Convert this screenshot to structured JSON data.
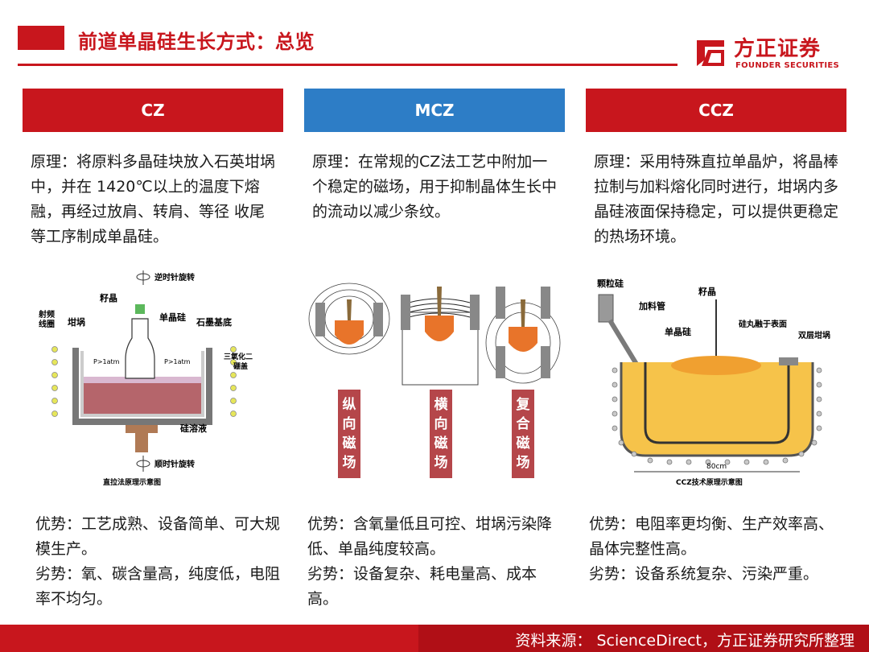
{
  "header": {
    "title": "前道单晶硅生长方式：总览",
    "logo_cn": "方正证券",
    "logo_en": "FOUNDER SECURITIES"
  },
  "columns": [
    {
      "label": "CZ",
      "principle": "原理：将原料多晶硅块放入石英坩埚中，并在 1420℃以上的温度下熔融，再经过放肩、转肩、等径  收尾等工序制成单晶硅。",
      "advantage": "优势：工艺成熟、设备简单、可大规模生产。",
      "disadvantage": "劣势：氧、碳含量高，纯度低，电阻率不均匀。"
    },
    {
      "label": "MCZ",
      "principle": "原理：在常规的CZ法工艺中附加一个稳定的磁场，用于抑制晶体生长中的流动以减少条纹。",
      "advantage": "优势：含氧量低且可控、坩埚污染降低、单晶纯度较高。",
      "disadvantage": "劣势：设备复杂、耗电量高、成本高。"
    },
    {
      "label": "CCZ",
      "principle": "原理：采用特殊直拉单晶炉，将晶棒拉制与加料熔化同时进行，坩埚内多晶硅液面保持稳定，可以提供更稳定的热场环境。",
      "advantage": "优势：电阻率更均衡、生产效率高、晶体完整性高。",
      "disadvantage": "劣势：设备系统复杂、污染严重。"
    }
  ],
  "cz_figure": {
    "top_rotation": "逆时针旋转",
    "seed": "籽晶",
    "rf_coil": "射频线圈",
    "crucible": "坩埚",
    "single_crystal": "单晶硅",
    "graphite_base": "石墨基底",
    "pressure_left": "P>1atm",
    "pressure_right": "P>1atm",
    "boron_oxide": "三氧化二硼盖",
    "melt": "硅溶液",
    "bottom_rotation": "顺时针旋转",
    "caption": "直拉法原理示意图"
  },
  "mcz_figure": {
    "labels": [
      "纵向磁场",
      "横向磁场",
      "复合磁场"
    ]
  },
  "ccz_figure": {
    "granular_si": "颗粒硅",
    "feed_tube": "加料管",
    "seed": "籽晶",
    "single_crystal": "单晶硅",
    "pellets": "硅丸融于表面",
    "double_crucible": "双层坩埚",
    "dimension": "80cm",
    "caption": "CCZ技术原理示意图"
  },
  "footer": {
    "source": "资料来源： ScienceDirect，方正证券研究所整理"
  },
  "colors": {
    "brand_red": "#c8161d",
    "header_blue": "#2d7dc6",
    "melt_orange": "#f0a030",
    "crystal_orange": "#e8742a"
  }
}
